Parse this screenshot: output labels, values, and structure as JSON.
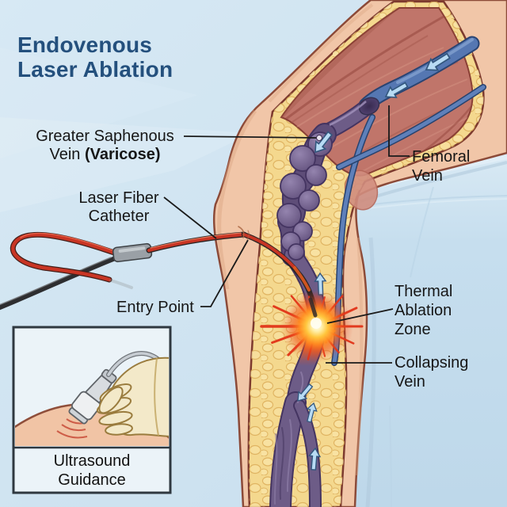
{
  "title": {
    "line1": "Endovenous",
    "line2": "Laser Ablation"
  },
  "labels": {
    "saphenous": {
      "line1": "Greater Saphenous",
      "line2_prefix": "Vein ",
      "line2_bold": "(Varicose)"
    },
    "laser_fiber": {
      "line1": "Laser Fiber",
      "line2": "Catheter"
    },
    "entry_point": {
      "text": "Entry Point"
    },
    "femoral": {
      "line1": "Femoral",
      "line2": "Vein"
    },
    "thermal": {
      "line1": "Thermal",
      "line2": "Ablation",
      "line3": "Zone"
    },
    "collapsing": {
      "line1": "Collapsing",
      "line2": "Vein"
    },
    "ultrasound": {
      "line1": "Ultrasound",
      "line2": "Guidance"
    }
  },
  "colors": {
    "background": "#cfe3f0",
    "cushion": "#c4dcec",
    "title_text": "#24507d",
    "label_text": "#161616",
    "skin": "#f1c6a8",
    "skin_outline": "#8c4a38",
    "muscle": "#c0756a",
    "fat": "#f4d88e",
    "varicose_vein": "#6d5c87",
    "femoral_vein": "#5577b2",
    "flow_arrow": "#b8dbf4",
    "catheter_red": "#c83524",
    "catheter_black": "#2e2e30",
    "ablation_glow": "#ff9a28",
    "ablation_ray": "#e23318"
  }
}
